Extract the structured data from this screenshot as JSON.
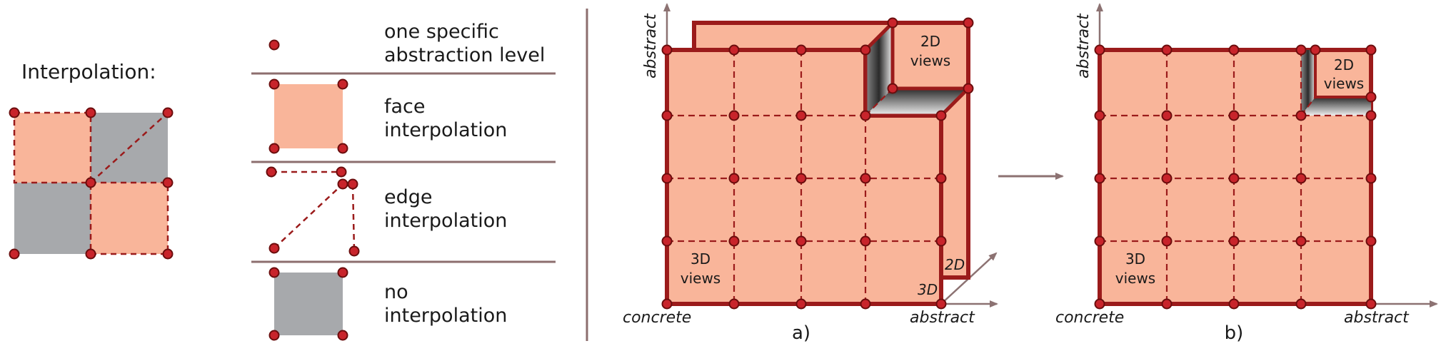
{
  "colors": {
    "peach": "#F9B59A",
    "gray": "#A7A9AC",
    "darkred": "#9B1B1B",
    "node": "#C8242B",
    "divider": "#8C6E6E",
    "arrow": "#8C7272"
  },
  "left": {
    "title": "Interpolation:"
  },
  "legend": {
    "items": [
      {
        "label_line1": "one specific",
        "label_line2": "abstraction level"
      },
      {
        "label_line1": "face",
        "label_line2": "interpolation"
      },
      {
        "label_line1": "edge",
        "label_line2": "interpolation"
      },
      {
        "label_line1": "no",
        "label_line2": "interpolation"
      }
    ]
  },
  "panel_a": {
    "y_axis": "abstract",
    "x_left": "concrete",
    "x_right": "abstract",
    "label_2d_line1": "2D",
    "label_2d_line2": "views",
    "label_3d_line1": "3D",
    "label_3d_line2": "views",
    "edge_2d": "2D",
    "edge_3d": "3D",
    "caption": "a)"
  },
  "panel_b": {
    "y_axis": "abstract",
    "x_left": "concrete",
    "x_right": "abstract",
    "label_2d_line1": "2D",
    "label_2d_line2": "views",
    "label_3d_line1": "3D",
    "label_3d_line2": "views",
    "caption": "b)"
  }
}
